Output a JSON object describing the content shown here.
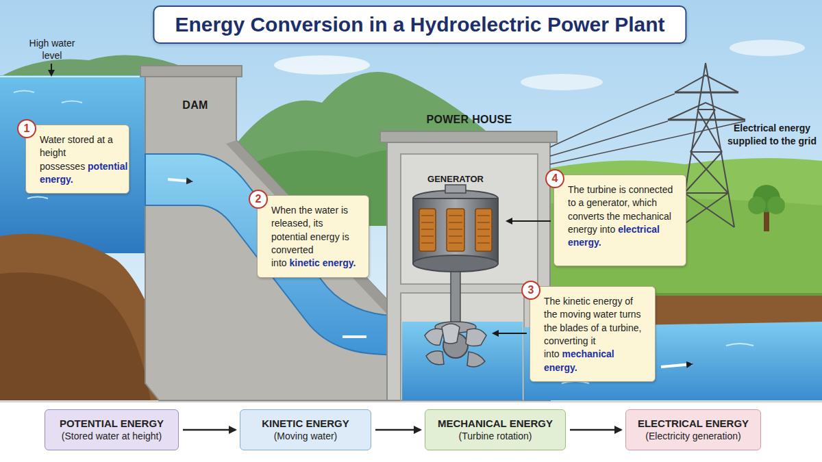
{
  "diagram": {
    "title": "Energy Conversion in a Hydroelectric Power Plant",
    "nodes": [
      {
        "text": [
          "Water stored at a height possesses",
          "potential energy."
        ]
      },
      {
        "text": [
          "When the water is released, its potential energy is converted into",
          "kinetic energy."
        ]
      },
      {
        "text": [
          "The kinetic energy of the moving water turns the blades of a turbine, converting it into",
          "mechanical energy."
        ]
      },
      {
        "text": [
          "The turbine is connected to a generator, which converts the mechanical energy into",
          "electrical energy."
        ]
      },
      {
        "text": [
          "POTENTIAL ENERGY",
          "(Stored water at height)"
        ]
      },
      {
        "text": [
          "KINETIC ENERGY",
          "(Moving water)"
        ]
      },
      {
        "text": [
          "MECHANICAL ENERGY",
          "(Turbine rotation)"
        ]
      },
      {
        "text": [
          "ELECTRICAL ENERGY",
          "(Electricity generation)"
        ]
      }
    ],
    "edges": [
      {
        "from": 4,
        "to": 5,
        "arrow": "to"
      },
      {
        "from": 5,
        "to": 6,
        "arrow": "to"
      },
      {
        "from": 6,
        "to": 7,
        "arrow": "to"
      }
    ],
    "labels": [
      "1",
      "2",
      "3",
      "4",
      "High water level",
      "DAM",
      "POWER HOUSE",
      "GENERATOR",
      "Electrical energy supplied to the grid"
    ]
  }
}
